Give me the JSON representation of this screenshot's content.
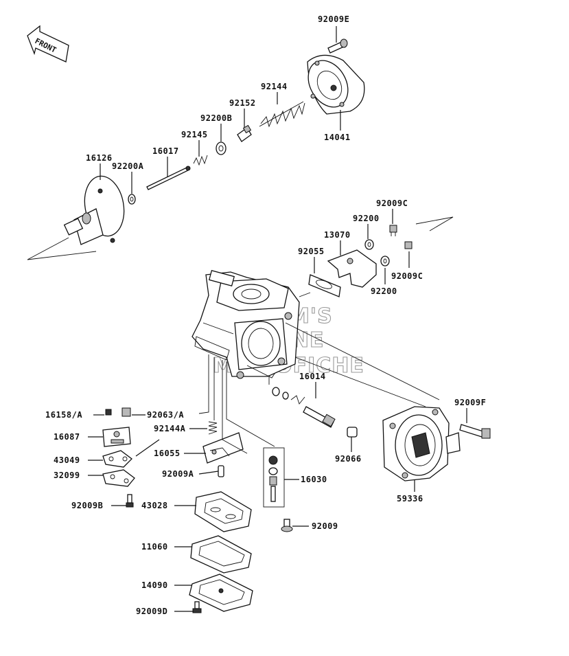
{
  "front_badge": "FRONT",
  "watermark": [
    "THEM'S",
    "ONLINE",
    "MICROFICHE"
  ],
  "labels": {
    "p92009E": "92009E",
    "p92144": "92144",
    "p92152": "92152",
    "p92200B": "92200B",
    "p92145": "92145",
    "p16017": "16017",
    "p16126": "16126",
    "p92200A": "92200A",
    "p14041": "14041",
    "p92009C_top": "92009C",
    "p92200_top": "92200",
    "p13070": "13070",
    "p92055": "92055",
    "p92009C_right": "92009C",
    "p92200_bottom": "92200",
    "p16014": "16014",
    "p92009F": "92009F",
    "p16158A": "16158/A",
    "p92063A": "92063/A",
    "p16087": "16087",
    "p92144A": "92144A",
    "p43049": "43049",
    "p16055": "16055",
    "p32099": "32099",
    "p92009A": "92009A",
    "p16030": "16030",
    "p92066": "92066",
    "p59336": "59336",
    "p92009B": "92009B",
    "p43028": "43028",
    "p92009": "92009",
    "p11060": "11060",
    "p14090": "14090",
    "p92009D": "92009D"
  }
}
